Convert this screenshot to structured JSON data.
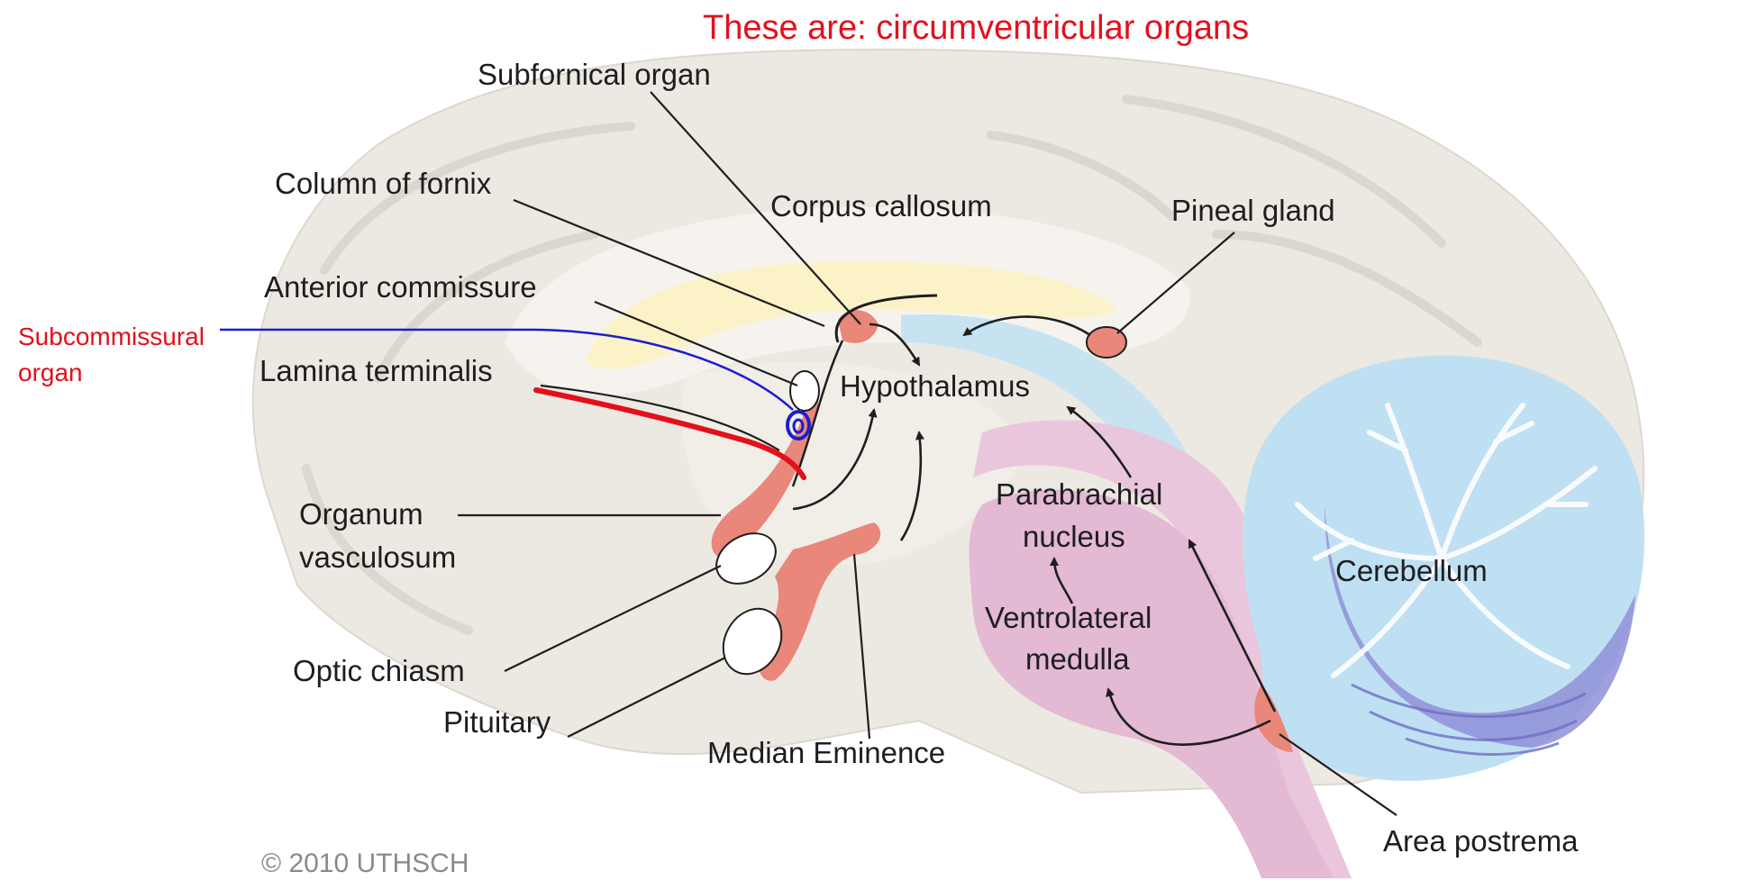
{
  "title": "These are: circumventricular organs",
  "labels": {
    "subfornical_organ": "Subfornical organ",
    "column_of_fornix": "Column of fornix",
    "corpus_callosum": "Corpus callosum",
    "pineal_gland": "Pineal gland",
    "anterior_commissure": "Anterior commissure",
    "lamina_terminalis": "Lamina terminalis",
    "hypothalamus": "Hypothalamus",
    "parabrachial_nucleus_line1": "Parabrachial",
    "parabrachial_nucleus_line2": "nucleus",
    "organum_vasculosum_line1": "Organum",
    "organum_vasculosum_line2": "vasculosum",
    "cerebellum": "Cerebellum",
    "ventrolateral_medulla_line1": "Ventrolateral",
    "ventrolateral_medulla_line2": "medulla",
    "optic_chiasm": "Optic chiasm",
    "pituitary": "Pituitary",
    "median_eminence": "Median Eminence",
    "area_postrema": "Area postrema"
  },
  "annotation": {
    "subcommissural_line1": "Subcommissural",
    "subcommissural_line2": "organ"
  },
  "copyright": "© 2010 UTHSCH",
  "colors": {
    "annotation_red": "#e3101b",
    "annotation_blue": "#1a1fd0",
    "organ_salmon": "#e8877a",
    "brainstem_pink": "#e9c6dc",
    "cerebellum_blue": "#bfe0f2",
    "cerebellum_purple": "#8f8fd8",
    "brain_gray": "#ece8e2"
  }
}
